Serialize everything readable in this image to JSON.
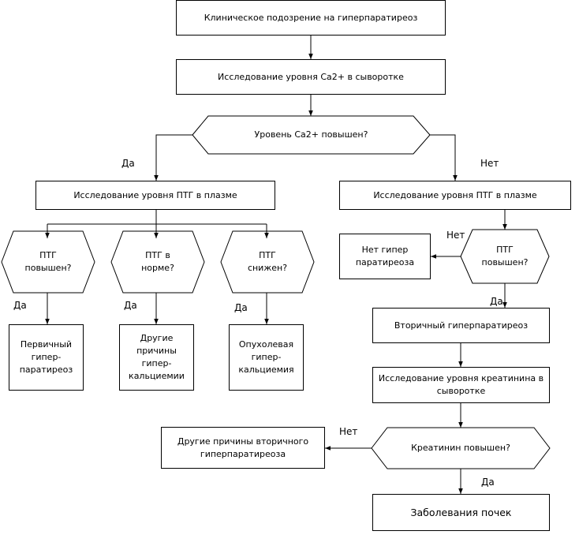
{
  "nodes": {
    "suspicion": "Клиническое подозрение на гиперпаратиреоз",
    "ca_test": "Исследование уровня Ca2+ в сыворотке",
    "ca_high": "Уровень Ca2+ повышен?",
    "pth_left": "Исследование уровня ПТГ в плазме",
    "pth_right": "Исследование уровня ПТГ в плазме",
    "pth_up_q": "ПТГ\nповышен?",
    "pth_norm_q": "ПТГ в\nнорме?",
    "pth_low_q": "ПТГ\nснижен?",
    "primary": "Первичный\nгипер-\nпаратиреоз",
    "other_hyper": "Другие\nпричины\nгипер-\nкальциемии",
    "tumor": "Опухолевая\nгипер-\nкальциемия",
    "no_hyper": "Нет гипер\nпаратиреоза",
    "pth_up_q2": "ПТГ\nповышен?",
    "secondary": "Вторичный гиперпаратиреоз",
    "creat_test": "Исследование уровня креатинина в\nсыворотке",
    "creat_high": "Креатинин повышен?",
    "other_secondary": "Другие причины вторичного\nгиперпаратиреоза",
    "kidney": "Заболевания почек"
  },
  "labels": {
    "yes_top": "Да",
    "no_top": "Нет",
    "yes_pth_up": "Да",
    "yes_pth_norm": "Да",
    "yes_pth_low": "Да",
    "no_pth2": "Нет",
    "yes_pth2": "Да",
    "no_creat": "Нет",
    "yes_creat": "Да"
  }
}
